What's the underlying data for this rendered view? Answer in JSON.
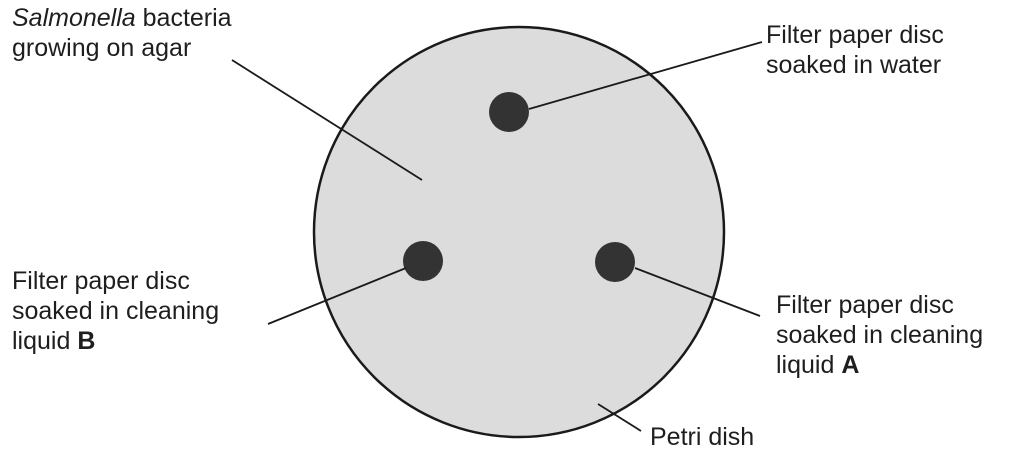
{
  "labels": {
    "bacteria": {
      "italic_word": "Salmonella",
      "rest_line1": " bacteria",
      "line2": "growing on agar"
    },
    "water_disc": {
      "line1": "Filter paper disc",
      "line2": "soaked in water"
    },
    "disc_b": {
      "line1": "Filter paper disc",
      "line2": "soaked in cleaning",
      "line3_prefix": "liquid ",
      "line3_letter": "B"
    },
    "disc_a": {
      "line1": "Filter paper disc",
      "line2": "soaked in cleaning",
      "line3_prefix": "liquid ",
      "line3_letter": "A"
    },
    "petri_dish": "Petri dish"
  },
  "colors": {
    "agar": "#dcdcdc",
    "dish_outline": "#1a1a1a",
    "disc": "#333333",
    "text": "#1e1e1e"
  }
}
